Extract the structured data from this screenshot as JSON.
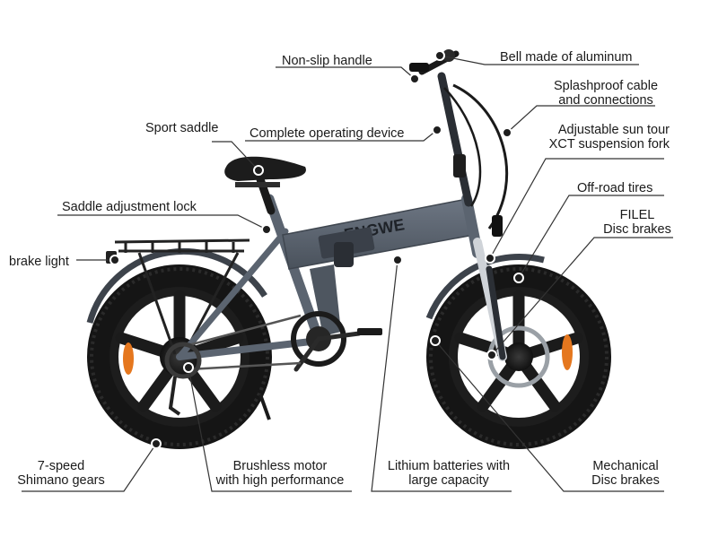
{
  "labels": {
    "non_slip_handle": "Non-slip handle",
    "bell": "Bell made of aluminum",
    "splashproof_1": "Splashproof cable",
    "splashproof_2": "and connections",
    "sport_saddle": "Sport saddle",
    "operating_device": "Complete operating device",
    "fork_1": "Adjustable sun tour",
    "fork_2": "XCT suspension fork",
    "offroad_tires": "Off-road tires",
    "saddle_lock": "Saddle adjustment lock",
    "filel_1": "FILEL",
    "filel_2": "Disc brakes",
    "brake_light": "brake light",
    "gears_1": "7-speed",
    "gears_2": "Shimano gears",
    "motor_1": "Brushless motor",
    "motor_2": "with high performance",
    "battery_1": "Lithium batteries with",
    "battery_2": "large capacity",
    "mech_1": "Mechanical",
    "mech_2": "Disc brakes"
  },
  "frame_branding": "ENGWE",
  "colors": {
    "frame": "#5b6470",
    "tire": "#141414",
    "accent": "#e5771e",
    "line": "#333333"
  }
}
